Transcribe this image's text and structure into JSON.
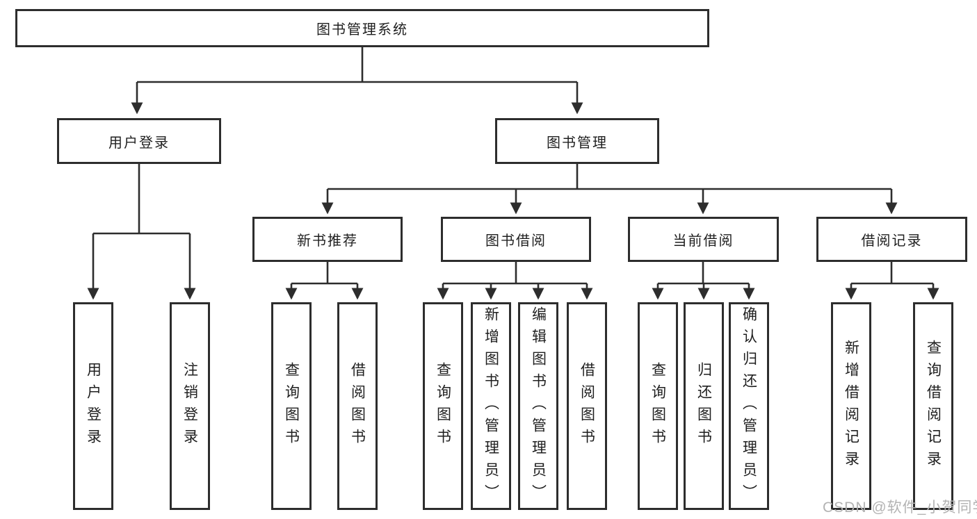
{
  "diagram": {
    "title": "图书管理系统",
    "root": {
      "label": "图书管理系统"
    },
    "level1": [
      {
        "label": "用户登录"
      },
      {
        "label": "图书管理"
      }
    ],
    "level2": [
      {
        "label": "新书推荐",
        "parent": "图书管理"
      },
      {
        "label": "图书借阅",
        "parent": "图书管理"
      },
      {
        "label": "当前借阅",
        "parent": "图书管理"
      },
      {
        "label": "借阅记录",
        "parent": "图书管理"
      }
    ],
    "level3": [
      {
        "label": "用户登录",
        "parent": "用户登录"
      },
      {
        "label": "注销登录",
        "parent": "用户登录"
      },
      {
        "label": "查询图书",
        "parent": "新书推荐"
      },
      {
        "label": "借阅图书",
        "parent": "新书推荐"
      },
      {
        "label": "查询图书",
        "parent": "图书借阅"
      },
      {
        "label": "新增图书（管理员）",
        "parent": "图书借阅"
      },
      {
        "label": "编辑图书（管理员）",
        "parent": "图书借阅"
      },
      {
        "label": "借阅图书",
        "parent": "图书借阅"
      },
      {
        "label": "查询图书",
        "parent": "当前借阅"
      },
      {
        "label": "归还图书",
        "parent": "当前借阅"
      },
      {
        "label": "确认归还（管理员）",
        "parent": "当前借阅"
      },
      {
        "label": "新增借阅记录",
        "parent": "借阅记录"
      },
      {
        "label": "查询借阅记录",
        "parent": "借阅记录"
      }
    ]
  },
  "watermark": {
    "text": "CSDN @软件_小贺同学"
  },
  "colors": {
    "ink": "#2d2d2d",
    "text": "#1f1f1f",
    "watermark_gray": "#b3b3b3",
    "background": "#ffffff"
  }
}
